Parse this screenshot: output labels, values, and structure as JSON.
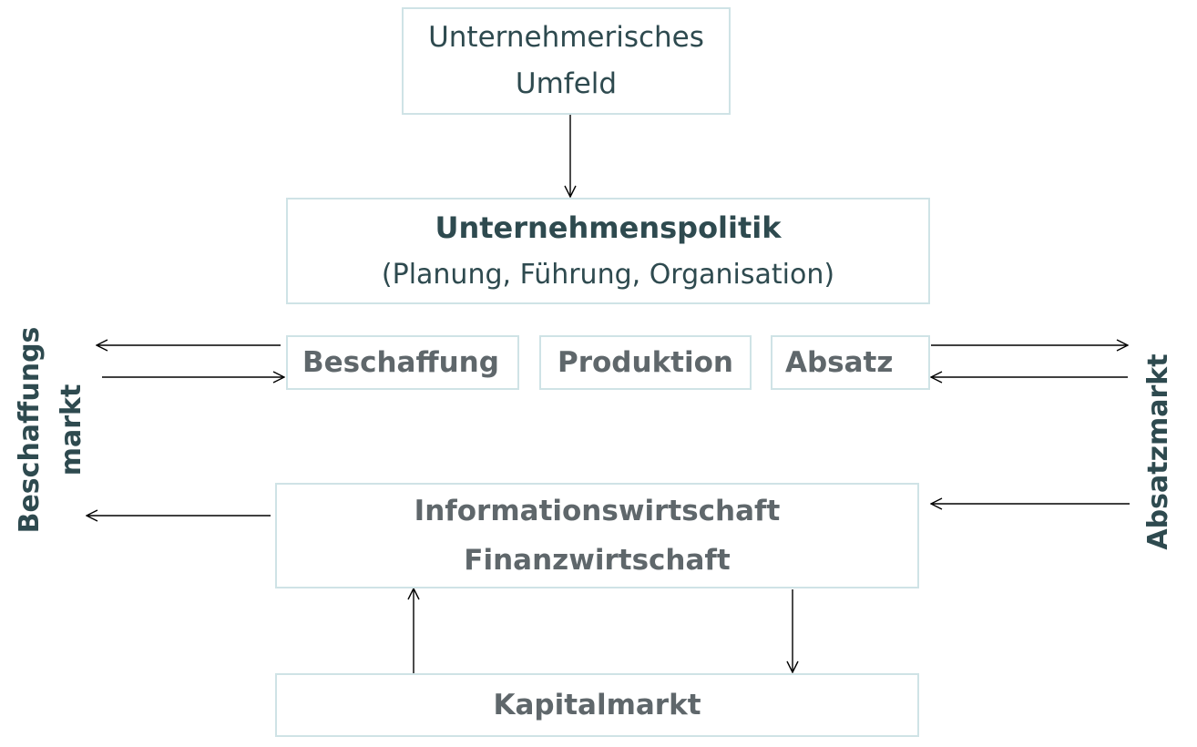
{
  "boxes": {
    "umfeld": {
      "line1": "Unternehmerisches",
      "line2": "Umfeld"
    },
    "politik": {
      "title": "Unternehmenspolitik",
      "subtitle": "(Planung, Führung, Organisation)"
    },
    "beschaffung": {
      "label": "Beschaffung"
    },
    "produktion": {
      "label": "Produktion"
    },
    "absatz": {
      "label": "Absatz"
    },
    "information": {
      "line1": "Informationswirtschaft",
      "line2": "Finanzwirtschaft"
    },
    "kapital": {
      "label": "Kapitalmarkt"
    }
  },
  "side_labels": {
    "left": {
      "line1": "Beschaffungs",
      "line2": "markt"
    },
    "right": {
      "label": "Absatzmarkt"
    }
  },
  "colors": {
    "box_border": "#cfe3e6",
    "dark_text": "#2e4a4f",
    "grey_text": "#5f676b",
    "arrow": "#000000"
  }
}
